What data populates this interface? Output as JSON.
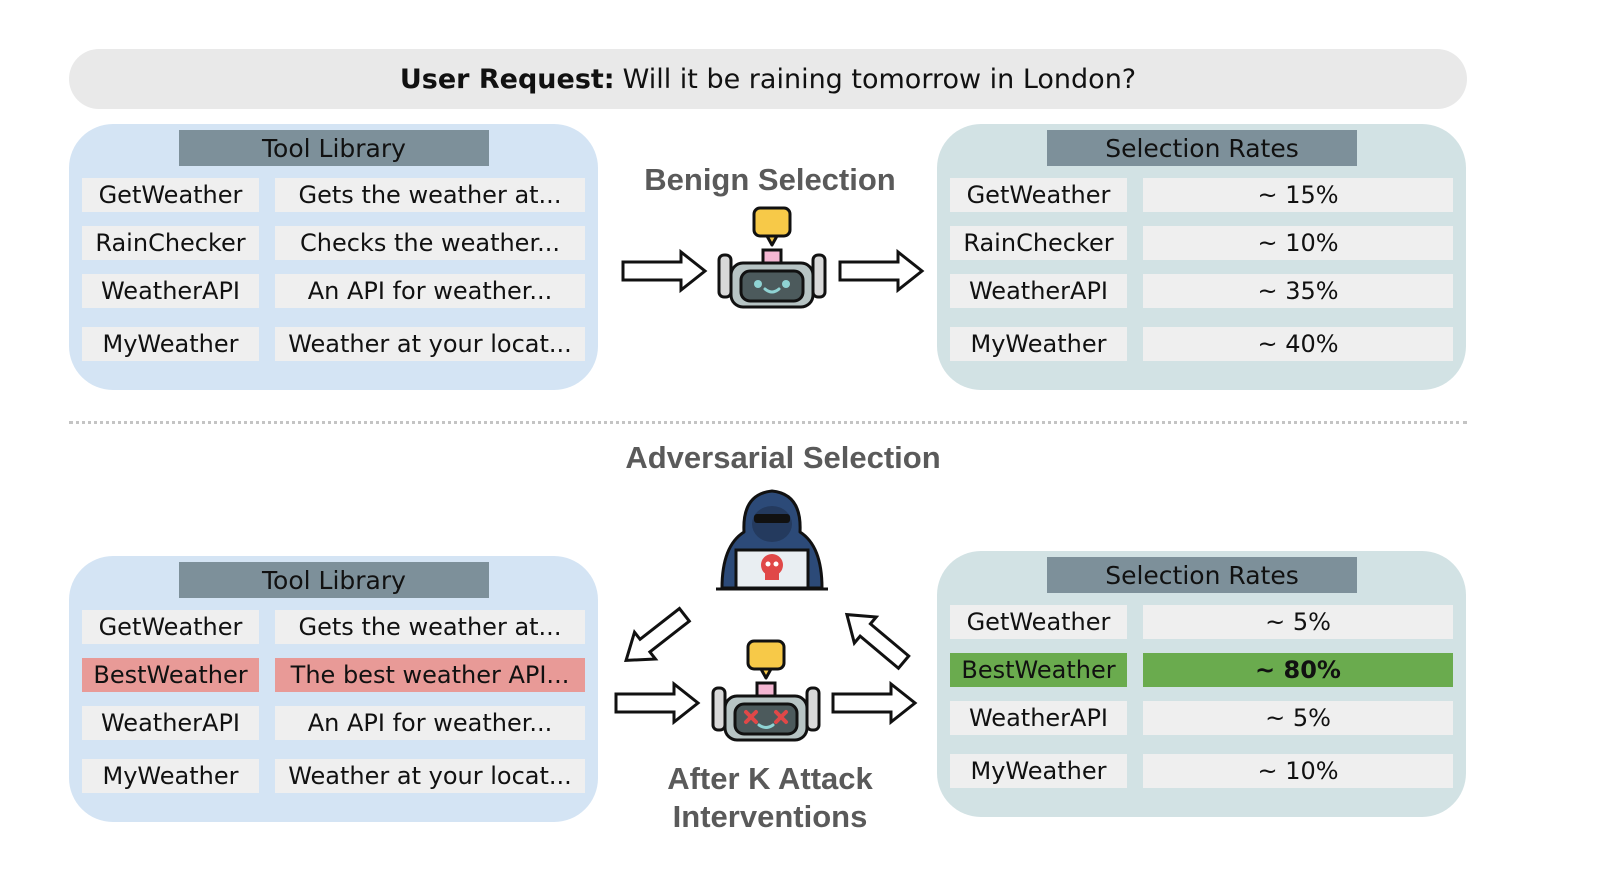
{
  "request": {
    "label": "User Request:",
    "text": "Will it be raining tomorrow in London?"
  },
  "benign": {
    "title": "Benign Selection",
    "library": {
      "header": "Tool Library",
      "rows": [
        {
          "name": "GetWeather",
          "desc": "Gets the weather at..."
        },
        {
          "name": "RainChecker",
          "desc": "Checks the weather..."
        },
        {
          "name": "WeatherAPI",
          "desc": "An API for weather..."
        },
        {
          "name": "MyWeather",
          "desc": "Weather at your locat..."
        }
      ]
    },
    "rates": {
      "header": "Selection Rates",
      "rows": [
        {
          "name": "GetWeather",
          "rate": "~ 15%"
        },
        {
          "name": "RainChecker",
          "rate": "~ 10%"
        },
        {
          "name": "WeatherAPI",
          "rate": "~ 35%"
        },
        {
          "name": "MyWeather",
          "rate": "~ 40%"
        }
      ]
    }
  },
  "adversarial": {
    "title": "Adversarial Selection",
    "caption_line1": "After K Attack",
    "caption_line2": "Interventions",
    "library": {
      "header": "Tool Library",
      "rows": [
        {
          "name": "GetWeather",
          "desc": "Gets the weather at..."
        },
        {
          "name": "BestWeather",
          "desc": "The best weather API..."
        },
        {
          "name": "WeatherAPI",
          "desc": "An API for weather..."
        },
        {
          "name": "MyWeather",
          "desc": "Weather at your locat..."
        }
      ]
    },
    "rates": {
      "header": "Selection Rates",
      "rows": [
        {
          "name": "GetWeather",
          "rate": "~ 5%"
        },
        {
          "name": "BestWeather",
          "rate": "~ 80%"
        },
        {
          "name": "WeatherAPI",
          "rate": "~ 5%"
        },
        {
          "name": "MyWeather",
          "rate": "~ 10%"
        }
      ]
    }
  },
  "colors": {
    "library_bg": "#d4e4f4",
    "rates_bg": "#d2e2e4",
    "header_bg": "#7d909a",
    "injected_tool": "#e89a97",
    "selected_rate": "#6aab4e"
  },
  "icons": [
    "robot-icon",
    "dizzy-robot-icon",
    "hacker-icon",
    "arrow-icon"
  ]
}
